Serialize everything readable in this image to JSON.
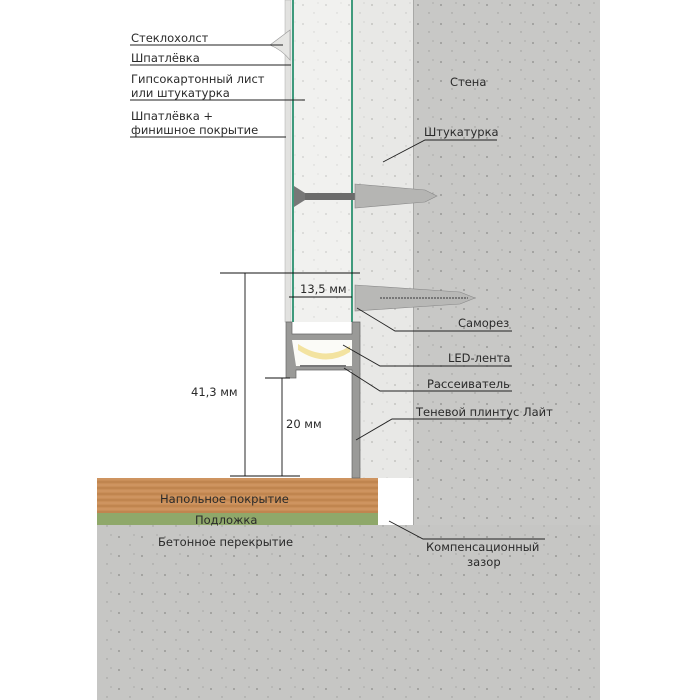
{
  "labels": {
    "fiberglass": "Стеклохолст",
    "putty": "Шпатлёвка",
    "drywall_line1": "Гипсокартонный лист",
    "drywall_line2": "или штукатурка",
    "finish_line1": "Шпатлёвка +",
    "finish_line2": "финишное покрытие",
    "wall": "Стена",
    "plaster": "Штукатурка",
    "screw": "Саморез",
    "led": "LED-лента",
    "diffuser": "Рассеиватель",
    "profile": "Теневой плинтус Лайт",
    "floor_cover": "Напольное покрытие",
    "underlay": "Подложка",
    "slab": "Бетонное перекрытие",
    "gap_line1": "Компенсационный",
    "gap_line2": "зазор"
  },
  "dimensions": {
    "total_height": "41,3 мм",
    "bottom_height": "20 мм",
    "depth": "13,5 мм"
  },
  "colors": {
    "concrete": "#c9c9c7",
    "plaster": "#e9e9e7",
    "drywall": "#f1f1ef",
    "glass_green": "#3f9a7c",
    "wood": "#c98e58",
    "underlay": "#8fa86a",
    "led_glow": "#f3e3a0"
  }
}
